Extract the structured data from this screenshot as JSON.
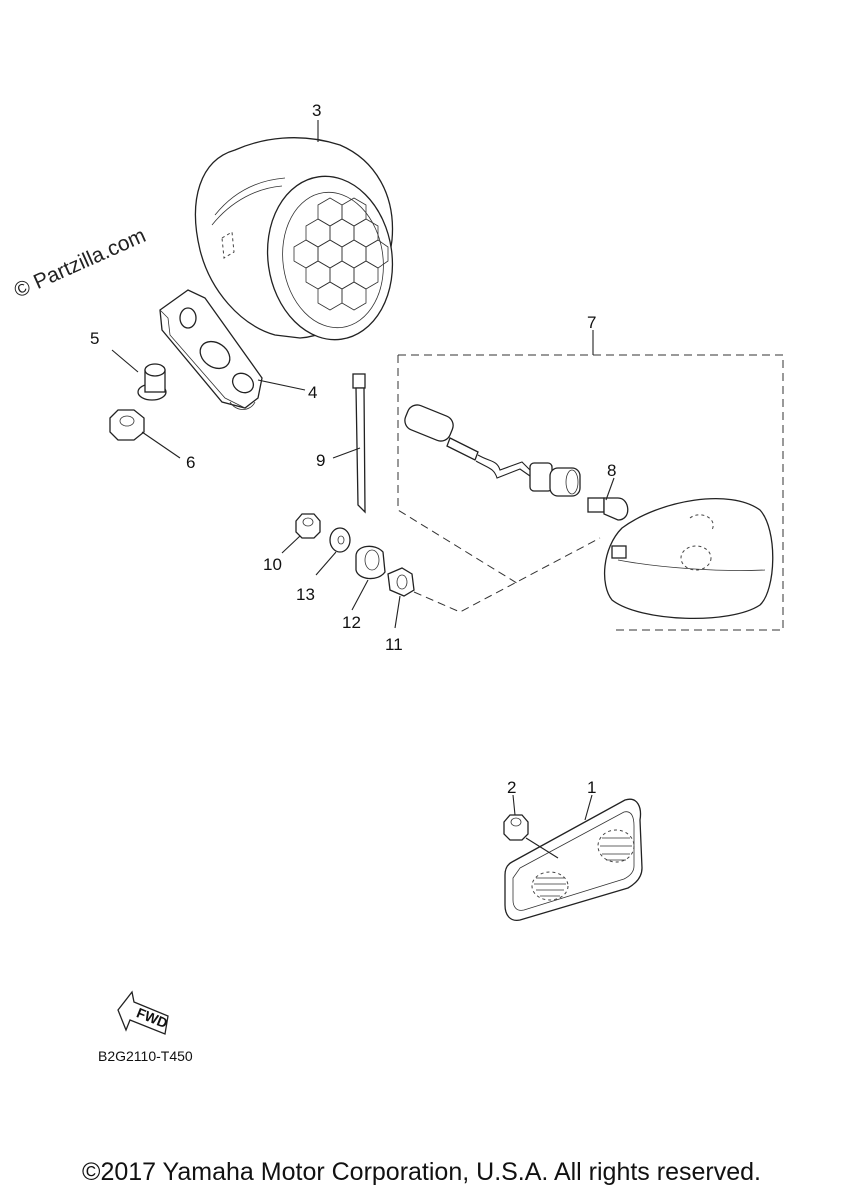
{
  "watermark": "© Partzilla.com",
  "callouts": [
    {
      "id": "1",
      "label": "1"
    },
    {
      "id": "2",
      "label": "2"
    },
    {
      "id": "3",
      "label": "3"
    },
    {
      "id": "4",
      "label": "4"
    },
    {
      "id": "5",
      "label": "5"
    },
    {
      "id": "6",
      "label": "6"
    },
    {
      "id": "7",
      "label": "7"
    },
    {
      "id": "8",
      "label": "8"
    },
    {
      "id": "9",
      "label": "9"
    },
    {
      "id": "10",
      "label": "10"
    },
    {
      "id": "11",
      "label": "11"
    },
    {
      "id": "12",
      "label": "12"
    },
    {
      "id": "13",
      "label": "13"
    }
  ],
  "fwd_label": "FWD",
  "diagram_code": "B2G2110-T450",
  "copyright": "©2017 Yamaha Motor Corporation, U.S.A. All rights reserved."
}
